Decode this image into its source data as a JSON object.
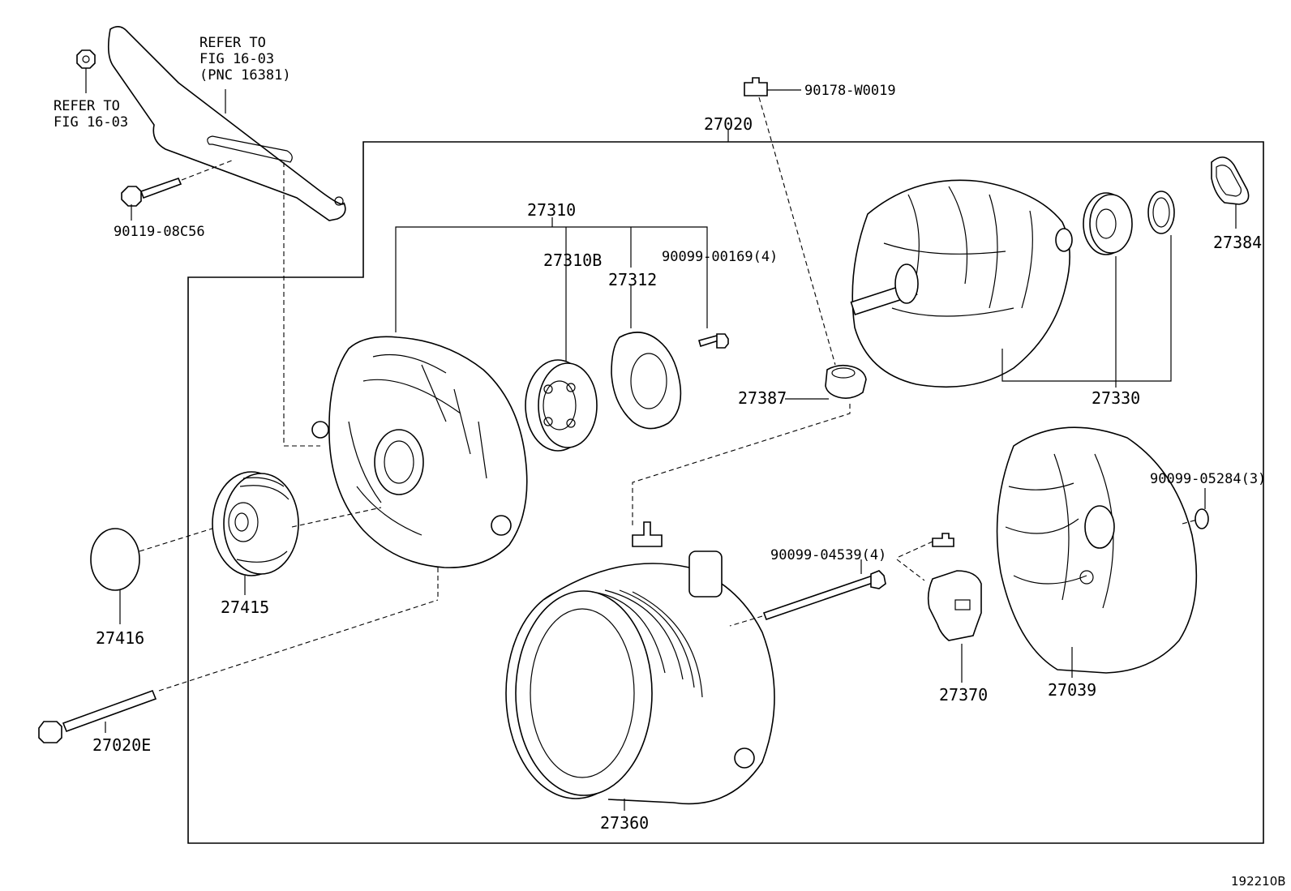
{
  "diagram_id": "192210B",
  "assembly_label": "27020",
  "refer_nut": [
    "REFER TO",
    "FIG 16-03"
  ],
  "refer_bracket": [
    "REFER TO",
    "FIG 16-03",
    "(PNC 16381)"
  ],
  "parts": {
    "bolt_bracket": "90119-08C56",
    "bolt_top": "90178-W0019",
    "housing_group": "27310",
    "bearing_front": "27310B",
    "retainer": "27312",
    "screw_retainer": "90099-00169(4)",
    "rotor_group": "27330",
    "insulator": "27384",
    "terminal_insulator": "27387",
    "cap": "27416",
    "pulley": "27415",
    "long_bolt": "27020E",
    "stator_frame": "27360",
    "through_bolt": "90099-04539(4)",
    "regulator": "27370",
    "rear_cover": "27039",
    "nut_cover": "90099-05284(3)"
  }
}
